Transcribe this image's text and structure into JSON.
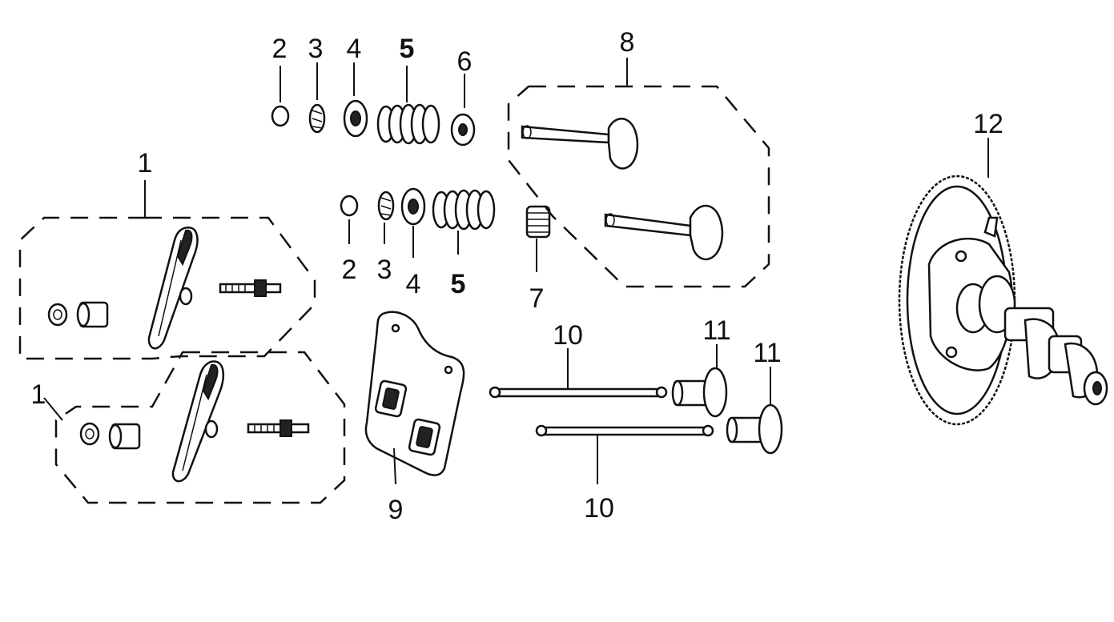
{
  "callouts": {
    "c1a": "1",
    "c1b": "1",
    "c2a": "2",
    "c2b": "2",
    "c3a": "3",
    "c3b": "3",
    "c4a": "4",
    "c4b": "4",
    "c5a": "5",
    "c5b": "5",
    "c6": "6",
    "c7": "7",
    "c8": "8",
    "c9": "9",
    "c10a": "10",
    "c10b": "10",
    "c11a": "11",
    "c11b": "11",
    "c12": "12"
  },
  "colors": {
    "ink": "#111111",
    "background": "#ffffff"
  }
}
